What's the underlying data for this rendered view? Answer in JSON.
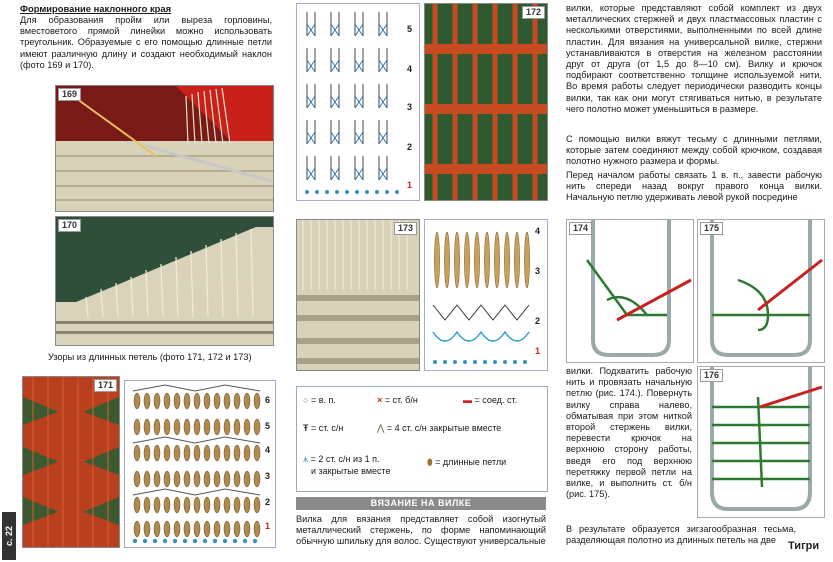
{
  "left": {
    "heading": "Формирование наклонного края",
    "intro": "Для образования пройм или выреза горловины, вместоветого прямой линейки можно использовать треугольник. Образуемые с его помощью длинные петли имеют различную длину и создают необходимый наклон (фото 169 и 170).",
    "photo169": "169",
    "photo170": "170",
    "caption": "Узоры из длинных петель (фото 171, 172 и 173)",
    "photo171": "171",
    "page_label": "с. 22"
  },
  "diagram1": {
    "rows": [
      "5",
      "4",
      "3",
      "2",
      "1"
    ]
  },
  "diagram2": {
    "rows": [
      "6",
      "5",
      "4",
      "3",
      "2",
      "1"
    ]
  },
  "diagram3": {
    "rows": [
      "4",
      "3",
      "2",
      "1"
    ]
  },
  "photos_mid": {
    "p172": "172",
    "p173": "173"
  },
  "legend": {
    "vp": "= в. п.",
    "st_bn": "= ст. б/н",
    "soed": "= соед. ст.",
    "st_sn": "= ст. с/н",
    "four_st": "= 4 ст. с/н закрытые вместе",
    "two_st_line1": "= 2 ст. с/н из 1 п.",
    "two_st_line2": "и закрытые вместе",
    "long": "= длинные петли"
  },
  "section": {
    "title": "ВЯЗАНИЕ НА ВИЛКЕ",
    "text": "Вилка для вязания представляет собой изогнутый металлический стержень, по форме напоминающий обычную шпильку для волос. Существуют универсальные"
  },
  "right": {
    "p1": "вилки, которые представляют собой комплект из двух металлических стержней и двух пластмассовых пластин с несколькими отверстиями, выполненными по всей длине пластин. Для вязания на универсальной вилке, стержни устанавливаются в отверстия на железном расстоянии друг от друга (от 1,5 до 8—10 см). Вилку и крючок подбирают соответственно толщине используемой нити. Во время работы следует периодически разводить концы вилки, так как они могут стягиваться нитью, в результате чего полотно может уменьшиться в размере.",
    "p2": "С помощью вилки вяжут тесьму с длинными петлями, которые затем соединяют между собой крючком, создавая полотно нужного размера и формы.",
    "p3": "Перед началом работы связать 1 в. п., завести рабочую нить спереди назад вокруг правого конца вилки. Начальную петлю удерживать левой рукой посредине",
    "fig174": "174",
    "fig175": "175",
    "fig176": "176",
    "side_text": "вилки. Подхватить рабочую нить и провязать начальную петлю (рис. 174.). Повернуть вилку справа налево, обматывая при этом ниткой второй стержень вилки, перевести крючок на верхнюю сторону работы, введя его под верхнюю перетяжку первой петли на вилке, и выполнить ст. б/н (рис. 175).",
    "bottom": "В результате образуется зигзагообразная тесьма, разделяющая полотно из длинных петель на две",
    "brand": "Тигри"
  }
}
